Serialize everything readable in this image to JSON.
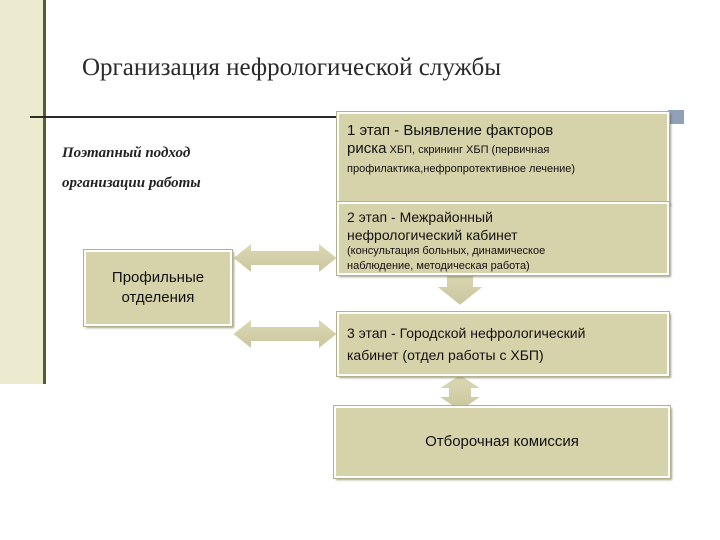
{
  "slide": {
    "title": "Организация нефрологической службы",
    "subtitle_line1": "Поэтапный подход",
    "subtitle_line2": "организации работы"
  },
  "stages": {
    "stage1": {
      "line1": "1 этап - Выявление факторов",
      "line2_big": "риска",
      "line2_small": " ХБП, скрининг ХБП (первичная",
      "line3": "профилактика,нефропротективное лечение)"
    },
    "stage2": {
      "line1": "2 этап - Межрайонный",
      "line2": "нефрологический кабинет",
      "line3": "(консультация больных, динамическое",
      "line4": "наблюдение, методическая работа)"
    },
    "stage3": {
      "line1": "3 этап - Городской нефрологический",
      "line2": "кабинет (отдел работы с ХБП)"
    },
    "commission": "Отборочная комиссия"
  },
  "profile": {
    "line1": "Профильные",
    "line2": "отделения"
  },
  "colors": {
    "box_fill": "#d6d2aa",
    "box_border": "#b5b08a",
    "side_bar": "#ecebcf"
  }
}
